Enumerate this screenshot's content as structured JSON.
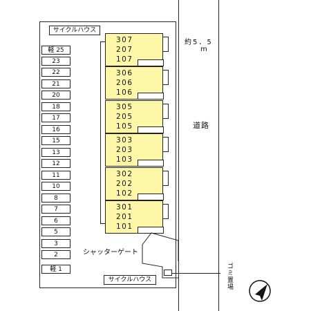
{
  "bike_house_top": "サイクルハウス",
  "bike_house_bottom": "サイクルハウス",
  "parking_slots": [
    "軽 25",
    "23",
    "22",
    "21",
    "20",
    "18",
    "17",
    "16",
    "15",
    "13",
    "12",
    "11",
    "10",
    "8",
    "7",
    "6",
    "5",
    "3",
    "2",
    "軽 1"
  ],
  "units": [
    {
      "rooms": [
        "307",
        "207",
        "107"
      ]
    },
    {
      "rooms": [
        "306",
        "206",
        "106"
      ]
    },
    {
      "rooms": [
        "305",
        "205",
        "105"
      ]
    },
    {
      "rooms": [
        "303",
        "203",
        "103"
      ]
    },
    {
      "rooms": [
        "302",
        "202",
        "102"
      ]
    },
    {
      "rooms": [
        "301",
        "201",
        "101"
      ]
    }
  ],
  "road_width_label": "約5．5",
  "road_width_unit": "m",
  "road_label": "道路",
  "shutter_gate_label": "シャッターゲート",
  "garbage_label": "ゴミ置場",
  "colors": {
    "unit_fill": "#fff7a8",
    "line": "#222222"
  },
  "compass": "north-arrow"
}
